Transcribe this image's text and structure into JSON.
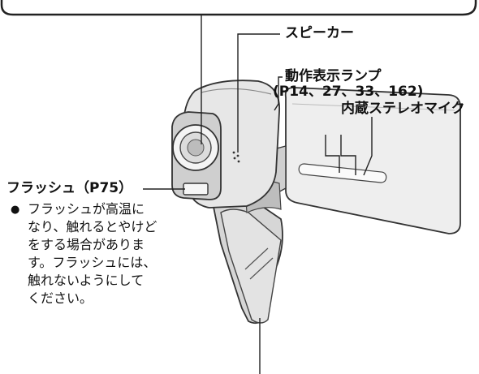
{
  "labels": {
    "speaker": "スピーカー",
    "status_lamp": "動作表示ランプ",
    "status_lamp_pages": "(P14、27、33、162)",
    "stereo_mic": "内蔵ステレオマイク",
    "flash": "フラッシュ（P75）"
  },
  "flash_note": {
    "bullet": "●",
    "lines": [
      "フラッシュが高温に",
      "なり、触れるとやけど",
      "をする場合がありま",
      "す。フラッシュには、",
      "触れないようにして",
      "ください。"
    ]
  }
}
